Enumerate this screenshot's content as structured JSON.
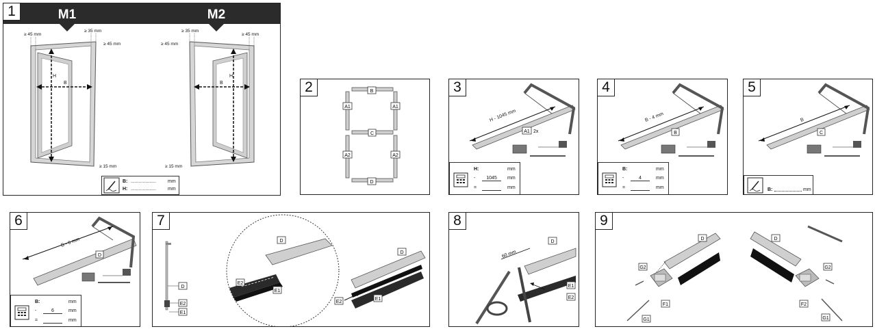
{
  "steps": {
    "s1": "1",
    "s2": "2",
    "s3": "3",
    "s4": "4",
    "s5": "5",
    "s6": "6",
    "s7": "7",
    "s8": "8",
    "s9": "9"
  },
  "panel1": {
    "m1": "M1",
    "m2": "M2",
    "dim_ge45": "≥ 45 mm",
    "dim_ge35": "≥ 35 mm",
    "dim_ge15": "≥ 15 mm",
    "h": "H",
    "b": "B",
    "note_b": "B:",
    "note_h": "H:",
    "note_unit": "mm",
    "note_dots": "..................."
  },
  "panel2": {
    "a1": "A1",
    "a2": "A2",
    "b": "B",
    "c": "C",
    "d": "D"
  },
  "panel3": {
    "formula": "H - 1045 mm",
    "part": "A1",
    "qty": "2x",
    "calc_h": "H:",
    "calc_minus": "-",
    "calc_eq": "=",
    "calc_val": "1045",
    "unit": "mm"
  },
  "panel4": {
    "formula": "B - 4 mm",
    "part": "B",
    "calc_b": "B:",
    "calc_minus": "-",
    "calc_eq": "=",
    "calc_val": "4",
    "unit": "mm"
  },
  "panel5": {
    "formula": "B",
    "part": "C",
    "note_b": "B:",
    "unit": "mm"
  },
  "panel6": {
    "formula": "B - 6 mm",
    "part": "D",
    "calc_b": "B:",
    "calc_minus": "-",
    "calc_eq": "=",
    "calc_val": "6",
    "unit": "mm"
  },
  "panel7": {
    "d": "D",
    "e1": "E1",
    "e2": "E2"
  },
  "panel8": {
    "dim": "60 mm",
    "d": "D",
    "e1": "E1",
    "e2": "E2"
  },
  "panel9": {
    "d": "D",
    "g2": "G2",
    "g1": "G1",
    "f1": "F1",
    "f2": "F2"
  }
}
